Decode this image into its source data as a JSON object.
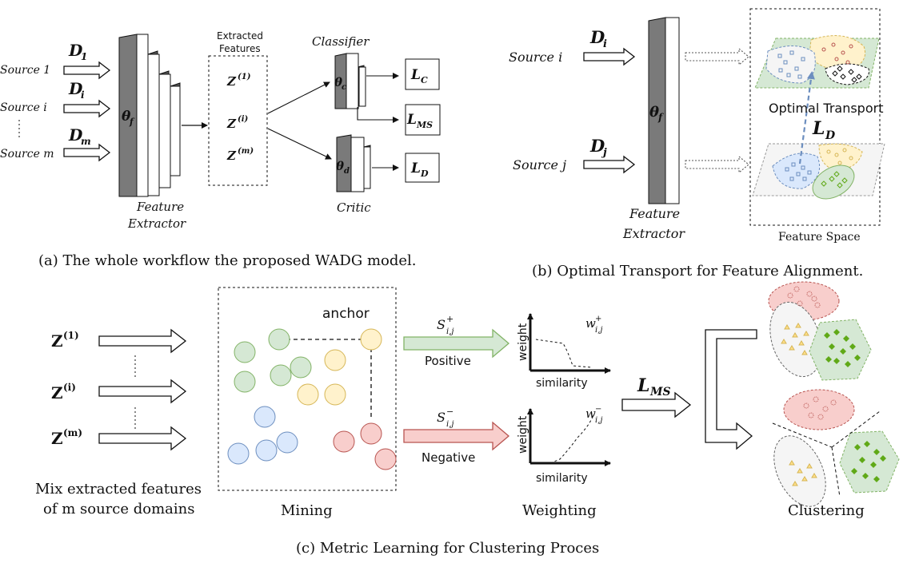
{
  "panel_a": {
    "sources": [
      "Source 1",
      "Source i",
      "Source m"
    ],
    "domains": [
      "D",
      "D",
      "D"
    ],
    "domain_subs": [
      "1",
      "i",
      "m"
    ],
    "extractor_param": "θ",
    "extractor_param_sub": "f",
    "extractor_label": [
      "Feature",
      "Extractor"
    ],
    "features_title": [
      "Extracted",
      "Features"
    ],
    "features": [
      "Z",
      "Z",
      "Z"
    ],
    "feature_sups": [
      "(1)",
      "(i)",
      "(m)"
    ],
    "classifier_label": "Classifier",
    "classifier_param": "θ",
    "classifier_param_sub": "c",
    "critic_label": "Critic",
    "critic_param": "θ",
    "critic_param_sub": "d",
    "losses": [
      "L",
      "L",
      "L"
    ],
    "loss_subs": [
      "C",
      "MS",
      "D"
    ],
    "caption": "(a) The whole workflow the proposed WADG model."
  },
  "panel_b": {
    "sources": [
      "Source i",
      "Source j"
    ],
    "domains": [
      "D",
      "D"
    ],
    "domain_subs": [
      "i",
      "j"
    ],
    "extractor_param": "θ",
    "extractor_param_sub": "f",
    "extractor_label": [
      "Feature",
      "Extractor"
    ],
    "ot_label": "Optimal Transport",
    "loss": "L",
    "loss_sub": "D",
    "space_label": "Feature Space",
    "caption": "(b) Optimal Transport for Feature Alignment."
  },
  "panel_c": {
    "features": [
      "Z",
      "Z",
      "Z"
    ],
    "feature_sups": [
      "(1)",
      "(i)",
      "(m)"
    ],
    "mix_label": [
      "Mix extracted features",
      "of m source domains"
    ],
    "anchor_label": "anchor",
    "mining_label": "Mining",
    "pos_sym": "S",
    "pos_sup": "+",
    "pos_sub": "i,j",
    "pos_label": "Positive",
    "neg_sym": "S",
    "neg_sup": "−",
    "neg_sub": "i,j",
    "neg_label": "Negative",
    "weight_axis": "weight",
    "similarity_axis": "similarity",
    "w_sym": "w",
    "w_pos_sup": "+",
    "w_neg_sup": "−",
    "w_sub": "i,j",
    "weighting_label": "Weighting",
    "loss": "L",
    "loss_sub": "MS",
    "clustering_label": "Clustering",
    "caption": "(c) Metric Learning for Clustering Proces"
  },
  "colors": {
    "green_fill": "#d5e8d4",
    "green_stroke": "#82b366",
    "yellow_fill": "#fff2cc",
    "yellow_stroke": "#d6b656",
    "blue_fill": "#dae8fc",
    "blue_stroke": "#6c8ebf",
    "red_fill": "#f8cecc",
    "red_stroke": "#b85450",
    "dark_green": "#60a917",
    "gray_fill": "#f5f5f5"
  }
}
